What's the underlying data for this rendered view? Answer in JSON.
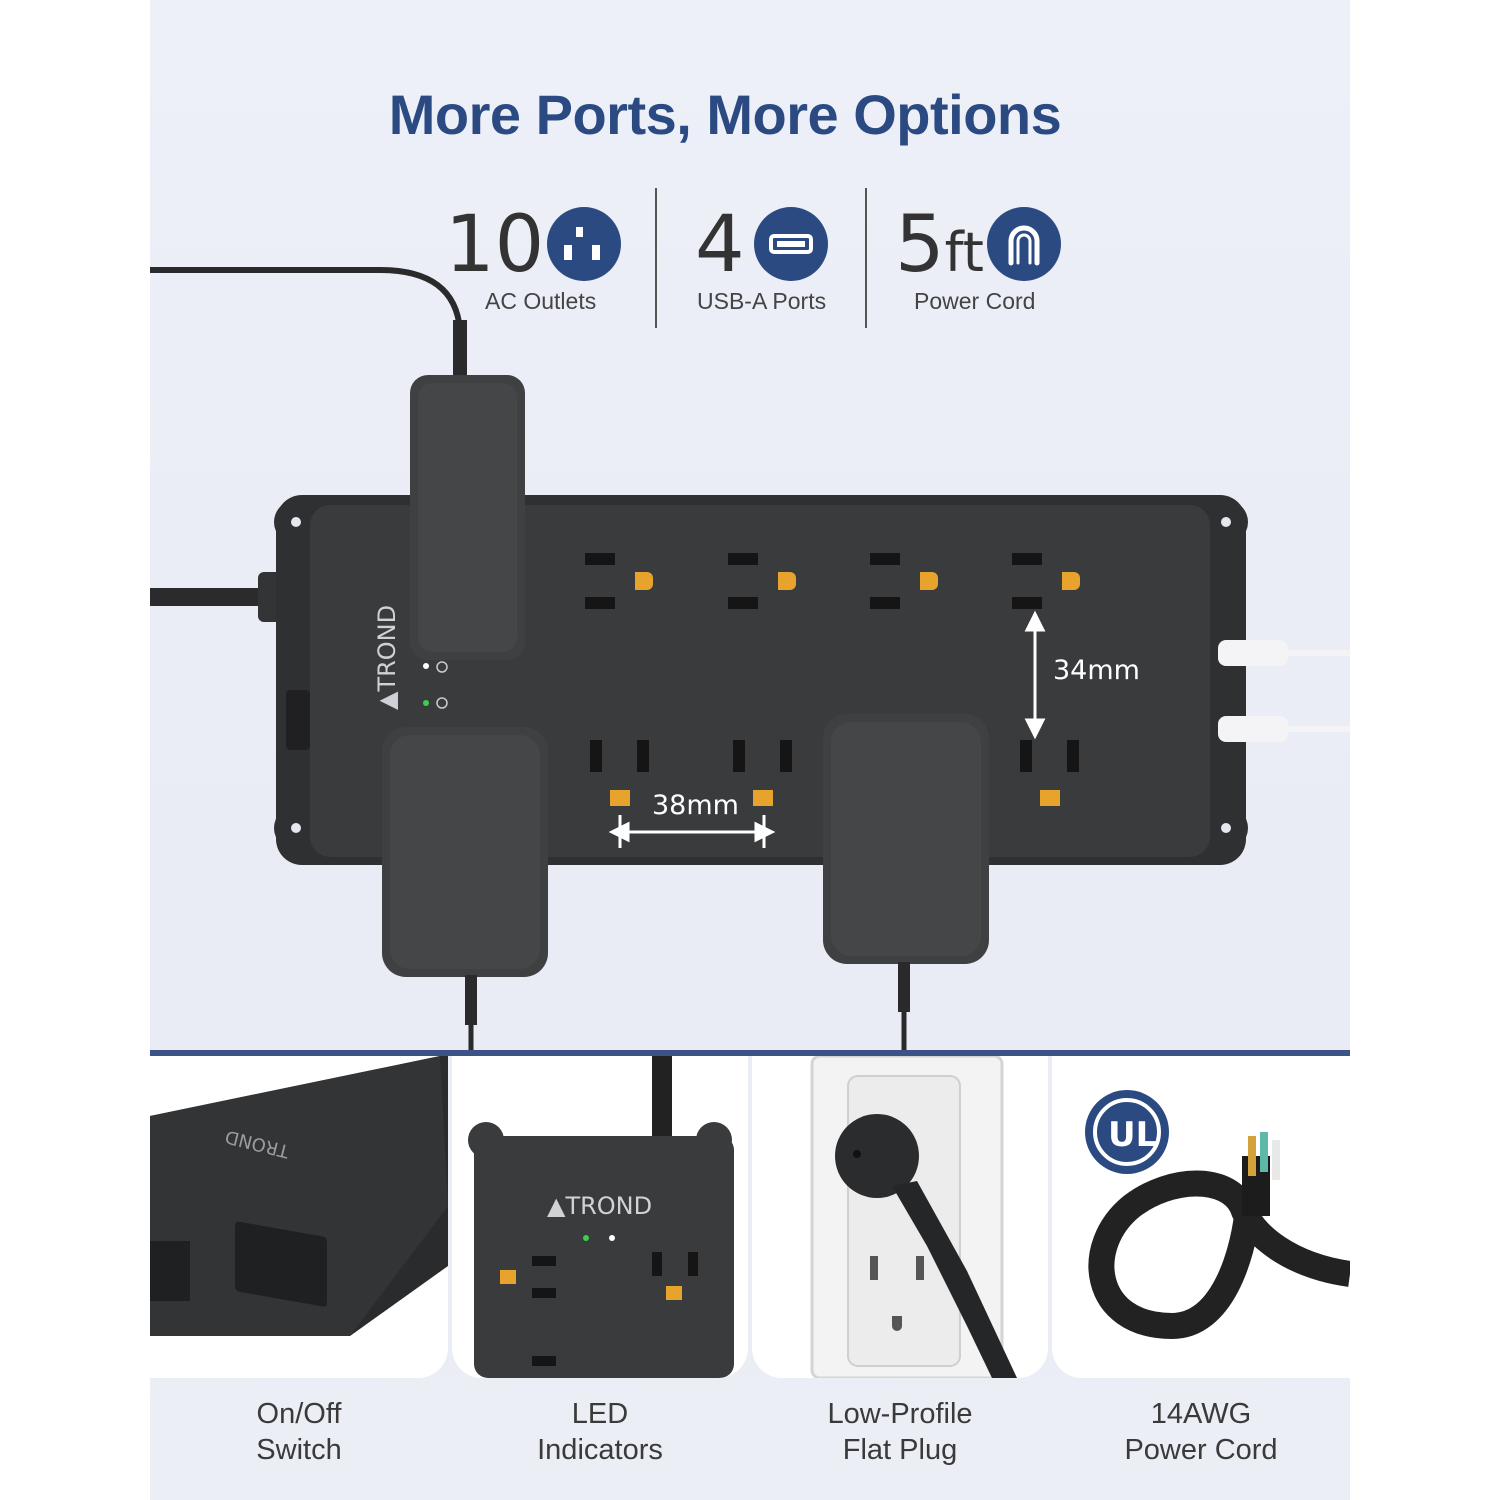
{
  "headline": "More Ports, More Options",
  "stats": [
    {
      "value": "10",
      "unit": "",
      "label": "AC Outlets",
      "icon": "outlet-icon"
    },
    {
      "value": "4",
      "unit": "",
      "label": "USB-A Ports",
      "icon": "usb-port-icon"
    },
    {
      "value": "5",
      "unit": "ft",
      "label": "Power Cord",
      "icon": "cord-icon"
    }
  ],
  "dimensions": {
    "vertical": "34mm",
    "horizontal": "38mm"
  },
  "brand": "TROND",
  "features": [
    {
      "line1": "On/Off",
      "line2": "Switch"
    },
    {
      "line1": "LED",
      "line2": "Indicators"
    },
    {
      "line1": "Low-Profile",
      "line2": "Flat Plug"
    },
    {
      "line1": "14AWG",
      "line2": "Power Cord"
    }
  ],
  "colors": {
    "accent": "#2c4a82",
    "device": "#3a3b3d",
    "plug": "#3f4042"
  }
}
